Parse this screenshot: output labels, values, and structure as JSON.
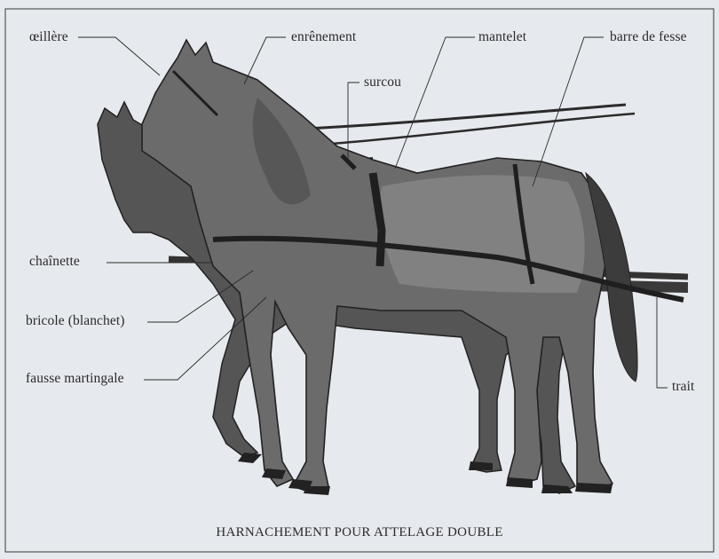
{
  "diagram": {
    "caption": "HARNACHEMENT POUR ATTELAGE DOUBLE",
    "labels": {
      "oeillere": "œillère",
      "enrenement": "enrênement",
      "surcou": "surcou",
      "mantelet": "mantelet",
      "barre_de_fesse": "barre de fesse",
      "chainette": "chaînette",
      "bricole": "bricole (blanchet)",
      "fausse_martingale": "fausse martingale",
      "trait": "trait"
    }
  }
}
